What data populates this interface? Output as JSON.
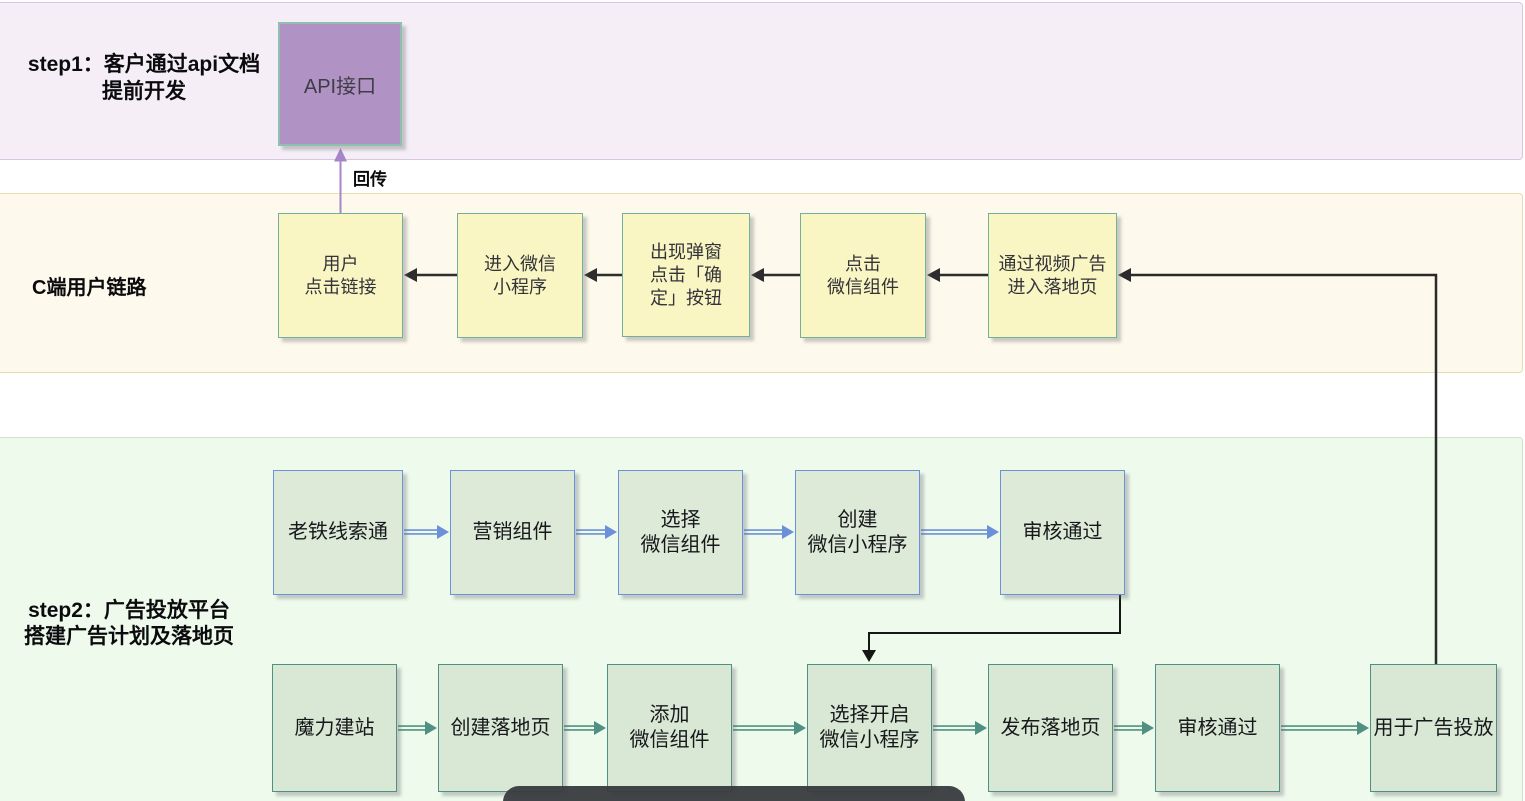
{
  "diagram": {
    "step1": {
      "label": "step1：客户通过api文档\n提前开发",
      "api_node": "API接口",
      "callback_label": "回传"
    },
    "c_user": {
      "label": "C端用户链路",
      "nodes": [
        {
          "label": "用户\n点击链接"
        },
        {
          "label": "进入微信\n小程序"
        },
        {
          "label": "出现弹窗\n点击「确\n定」按钮"
        },
        {
          "label": "点击\n微信组件"
        },
        {
          "label": "通过视频广告\n进入落地页"
        }
      ]
    },
    "step2": {
      "label": "step2：广告投放平台\n搭建广告计划及落地页",
      "row1": [
        {
          "label": "老铁线索通"
        },
        {
          "label": "营销组件"
        },
        {
          "label": "选择\n微信组件"
        },
        {
          "label": "创建\n微信小程序"
        },
        {
          "label": "审核通过"
        }
      ],
      "row2": [
        {
          "label": "魔力建站"
        },
        {
          "label": "创建落地页"
        },
        {
          "label": "添加\n微信组件"
        },
        {
          "label": "选择开启\n微信小程序"
        },
        {
          "label": "发布落地页"
        },
        {
          "label": "审核通过"
        },
        {
          "label": "用于广告投放"
        }
      ]
    },
    "colors": {
      "lane_step1_bg": "#f5eef7",
      "lane_cuser_bg": "#fdf9ec",
      "lane_step2_bg": "#eefaec",
      "api_fill": "#b192c5",
      "api_border": "#8fc0ae",
      "yellow_box_fill": "#f9f6c3",
      "yellow_box_border": "#72b09a",
      "green_box_fill": "#dcead7",
      "green_box_row1_border": "#6b92d9",
      "green_box_row2_border": "#4f9082",
      "blue_arrow": "#6b8fd8",
      "teal_arrow": "#4f9082",
      "purple_arrow": "#a785c8",
      "black_arrow": "#2d2d2d"
    }
  }
}
